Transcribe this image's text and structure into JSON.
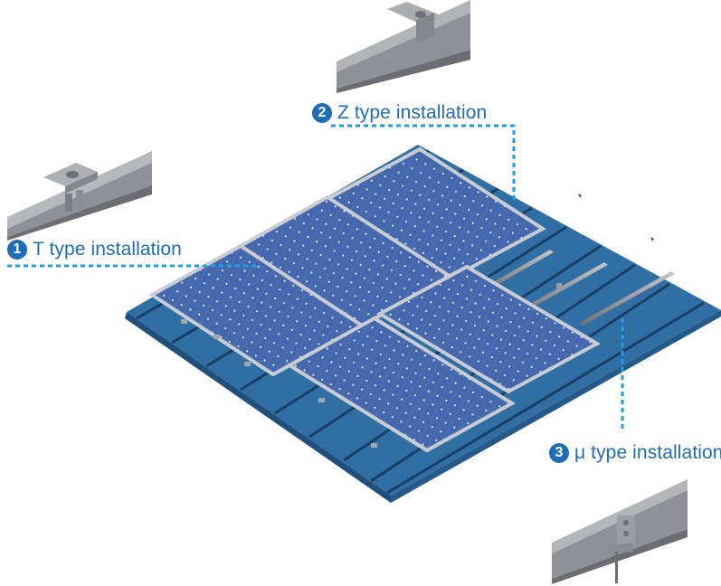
{
  "diagram": {
    "subject": "Solar panels mounted on a metal standing-seam roof",
    "colors": {
      "label_text": "#1f6db5",
      "badge_bg": "#1f6db5",
      "leader_line": "#1ea0e0",
      "roof": "#2f6fa3",
      "roof_seam": "#1a3f66",
      "panel": "#3f62a8",
      "panel_frame": "#c9ccd2",
      "rail": "#9a9ca1"
    },
    "callouts": [
      {
        "number": "1",
        "text": "T type installation"
      },
      {
        "number": "2",
        "text": "Z type installation"
      },
      {
        "number": "3",
        "text": "μ type installation"
      }
    ],
    "detail_images": [
      {
        "name": "T type clamp on rail"
      },
      {
        "name": "Z type clamp on rail"
      },
      {
        "name": "μ type bracket with rail"
      }
    ]
  }
}
